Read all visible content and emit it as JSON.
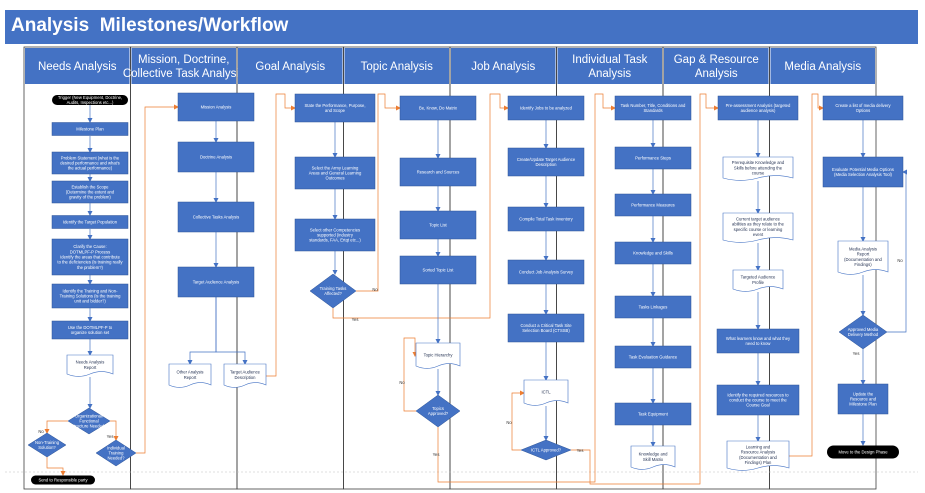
{
  "title": "Analysis  Milestones/Workflow",
  "columns": [
    {
      "label_lines": [
        "Needs Analysis"
      ]
    },
    {
      "label_lines": [
        "Mission, Doctrine,",
        "Collective Task Analysis"
      ]
    },
    {
      "label_lines": [
        "Goal Analysis"
      ]
    },
    {
      "label_lines": [
        "Topic Analysis"
      ]
    },
    {
      "label_lines": [
        "Job Analysis"
      ]
    },
    {
      "label_lines": [
        "Individual Task",
        "Analysis"
      ]
    },
    {
      "label_lines": [
        "Gap & Resource",
        "Analysis"
      ]
    },
    {
      "label_lines": [
        "Media Analysis"
      ]
    }
  ],
  "colors": {
    "header": "#4472c4",
    "box": "#4472c4",
    "box_border": "#2f5597",
    "terminator": "#000000",
    "arrow_orange": "#ed7d31",
    "arrow_blue": "#4472c4",
    "lane_border": "#404040"
  },
  "nodes": [
    {
      "id": "n-trigger",
      "type": "terminator",
      "lines": [
        "Trigger (New Equipment, Doctrine,",
        "Audits, Inspections etc...)"
      ]
    },
    {
      "id": "n-milestone-plan",
      "type": "process",
      "lines": [
        "Milestone Plan"
      ]
    },
    {
      "id": "n-problem-statement",
      "type": "process",
      "lines": [
        "Problem Statement (what is the",
        "desired performance and what's",
        "the actual performance)"
      ]
    },
    {
      "id": "n-establish-scope",
      "type": "process",
      "lines": [
        "Establish the Scope",
        "(Determine the extent and",
        "gravity of the problem)"
      ]
    },
    {
      "id": "n-identify-target-pop",
      "type": "process",
      "lines": [
        "Identify the Target Population"
      ]
    },
    {
      "id": "n-clarify-cause",
      "type": "process",
      "lines": [
        "Clarify the Cause:",
        "DOTMLPF-P Process",
        "Identify the areas that contribute",
        "to the deficiencies (is training really",
        "the problem?)"
      ]
    },
    {
      "id": "n-identify-solutions",
      "type": "process",
      "lines": [
        "Identify the Training and Non-",
        "Training Solutions (is the training",
        "unit and bidder?)"
      ]
    },
    {
      "id": "n-use-dotmlpf",
      "type": "process",
      "lines": [
        "Use the DOTMLPF-P to",
        "organize solution set"
      ]
    },
    {
      "id": "n-needs-report",
      "type": "document",
      "lines": [
        "Needs Analysis",
        "Report"
      ]
    },
    {
      "id": "n-org-functional",
      "type": "decision",
      "lines": [
        "Organizational/",
        "Functional",
        "Structure Needed?"
      ]
    },
    {
      "id": "n-non-training",
      "type": "decision",
      "lines": [
        "Non-Training",
        "Solution?"
      ]
    },
    {
      "id": "n-individual-training",
      "type": "decision",
      "lines": [
        "Individual",
        "Training",
        "Needed?"
      ]
    },
    {
      "id": "n-send-responsible",
      "type": "terminator",
      "lines": [
        "Send to Responsible party"
      ]
    },
    {
      "id": "n-mission-analysis",
      "type": "process",
      "lines": [
        "Mission Analysis"
      ]
    },
    {
      "id": "n-doctrine-analysis",
      "type": "process",
      "lines": [
        "Doctrine Analysis"
      ]
    },
    {
      "id": "n-collective-tasks",
      "type": "process",
      "lines": [
        "Collective Tasks  Analysis"
      ]
    },
    {
      "id": "n-target-audience",
      "type": "process",
      "lines": [
        "Target Audience  Analysis"
      ]
    },
    {
      "id": "n-other-reports",
      "type": "document",
      "lines": [
        "Other Analysis",
        "Report"
      ]
    },
    {
      "id": "n-ta-description",
      "type": "document",
      "lines": [
        "Target Audience",
        "Description"
      ]
    },
    {
      "id": "n-state-performance",
      "type": "process",
      "lines": [
        "State the Performance, Purpose,",
        "and Scope"
      ]
    },
    {
      "id": "n-select-army-learning",
      "type": "process",
      "lines": [
        "Select the Army  Learning",
        "Areas and General Learning",
        "Outcomes"
      ]
    },
    {
      "id": "n-select-competencies",
      "type": "process",
      "lines": [
        "Select other Competencies",
        "supported (industry",
        "standards, FAA, Ertqt etc...)"
      ]
    },
    {
      "id": "n-training-tasks-affected",
      "type": "decision",
      "lines": [
        "Training Tasks",
        "Affected?"
      ]
    },
    {
      "id": "n-be-know-do",
      "type": "process",
      "lines": [
        "Be, Know, Do Matrix"
      ]
    },
    {
      "id": "n-research-sources",
      "type": "process",
      "lines": [
        "Research and Sources"
      ]
    },
    {
      "id": "n-topic-list",
      "type": "process",
      "lines": [
        "Topic List"
      ]
    },
    {
      "id": "n-sorted-topic-list",
      "type": "process",
      "lines": [
        "Sorted Topic  List"
      ]
    },
    {
      "id": "n-topic-hierarchy",
      "type": "document",
      "lines": [
        "Topic Hierarchy"
      ]
    },
    {
      "id": "n-topics-approved",
      "type": "decision",
      "lines": [
        "Topics",
        "Approved?"
      ]
    },
    {
      "id": "n-identify-jobs",
      "type": "process",
      "lines": [
        "Identify Jobs to be analyzed"
      ]
    },
    {
      "id": "n-create-ta-desc",
      "type": "process",
      "lines": [
        "Create/Update Target Audience",
        "Description"
      ]
    },
    {
      "id": "n-compile-inventory",
      "type": "process",
      "lines": [
        "Compile Total Task Inventory"
      ]
    },
    {
      "id": "n-job-survey",
      "type": "process",
      "lines": [
        "Conduct Job Analysis Survey"
      ]
    },
    {
      "id": "n-critical-task-board",
      "type": "process",
      "lines": [
        "Conduct a Critical Task Site",
        "Selection Board (CTSSB)"
      ]
    },
    {
      "id": "n-ictl",
      "type": "document",
      "lines": [
        "ICTL"
      ]
    },
    {
      "id": "n-ictl-approved",
      "type": "decision",
      "lines": [
        "ICTL Approved?"
      ]
    },
    {
      "id": "n-task-number",
      "type": "process",
      "lines": [
        "Task Number,  Title, Conditions and",
        "Standards"
      ]
    },
    {
      "id": "n-performance-steps",
      "type": "process",
      "lines": [
        "Performance Steps"
      ]
    },
    {
      "id": "n-performance-measures",
      "type": "process",
      "lines": [
        "Performance Measures"
      ]
    },
    {
      "id": "n-knowledge-skills",
      "type": "process",
      "lines": [
        "Knowledge and Skills"
      ]
    },
    {
      "id": "n-task-linkages",
      "type": "process",
      "lines": [
        "Tasks Linkages"
      ]
    },
    {
      "id": "n-task-eval-guidance",
      "type": "process",
      "lines": [
        "Task Evaluation Guidance"
      ]
    },
    {
      "id": "n-task-equipment",
      "type": "process",
      "lines": [
        "Task Equipment"
      ]
    },
    {
      "id": "n-ks-matrix",
      "type": "document",
      "lines": [
        "Knowledge and",
        "Skill Matrix"
      ]
    },
    {
      "id": "n-pre-assessment",
      "type": "process",
      "lines": [
        "Pre-assessment Analysis (targeted",
        "audience analysis)"
      ]
    },
    {
      "id": "n-prerequisite-ks",
      "type": "document",
      "lines": [
        "Prerequisite Knowledge and",
        "Skills before attending the",
        "course"
      ]
    },
    {
      "id": "n-current-abilities",
      "type": "document",
      "lines": [
        "Current target audience",
        "abilities as they relate to the",
        "specific course or learning",
        "event"
      ]
    },
    {
      "id": "n-ta-profile",
      "type": "document",
      "lines": [
        "Targeted Audience",
        "Profile"
      ]
    },
    {
      "id": "n-what-learners",
      "type": "process",
      "lines": [
        "What learners know and what they",
        "need to know"
      ]
    },
    {
      "id": "n-identify-resources",
      "type": "process",
      "lines": [
        "Identify the required resources to",
        "conduct the course to meet the",
        "Course Goal"
      ]
    },
    {
      "id": "n-lr-analysis",
      "type": "document",
      "lines": [
        "Learning and",
        "Resource Analysis",
        "(Documentation and",
        "Findings) Plan"
      ]
    },
    {
      "id": "n-create-media-list",
      "type": "process",
      "lines": [
        "Create a list of media delivery",
        "Options"
      ]
    },
    {
      "id": "n-evaluate-media",
      "type": "process",
      "lines": [
        "Evaluate Potential Media Options",
        "(Media Selection Analysis Tool)"
      ]
    },
    {
      "id": "n-media-report",
      "type": "document",
      "lines": [
        "Media Analysis",
        "Report",
        "(Documentation and",
        "Findings)"
      ]
    },
    {
      "id": "n-approved-media",
      "type": "decision",
      "lines": [
        "Approved Media",
        "Delivery Method"
      ]
    },
    {
      "id": "n-update-plan",
      "type": "process",
      "lines": [
        "Update the",
        "Resource and",
        "Milestone Plan"
      ]
    },
    {
      "id": "n-design-phase",
      "type": "terminator",
      "lines": [
        "Move to the Design Phase"
      ]
    }
  ],
  "edge_labels": {
    "yes": "Yes",
    "no": "No"
  }
}
